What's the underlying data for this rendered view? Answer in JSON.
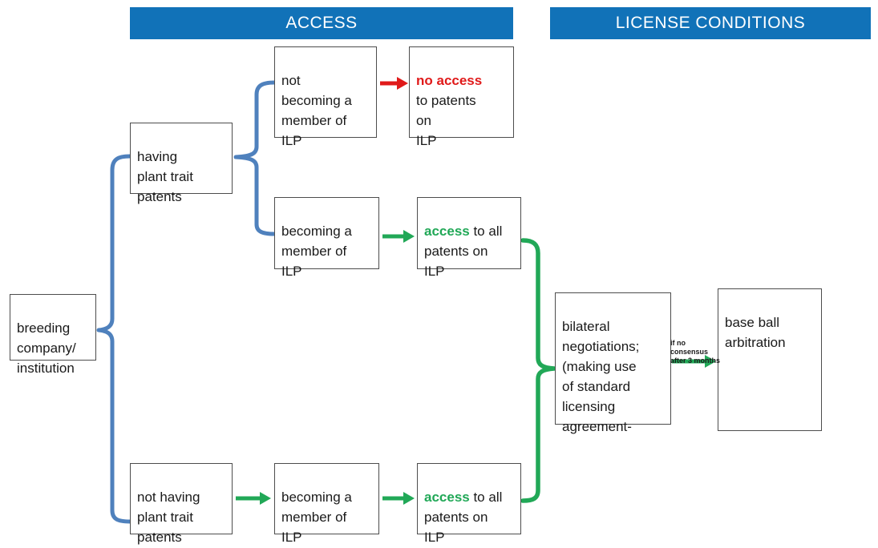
{
  "headers": {
    "access": "ACCESS",
    "license_conditions": "LICENSE CONDITIONS"
  },
  "colors": {
    "header_bg": "#1172b8",
    "header_text": "#ffffff",
    "blue_connector": "#4f81bd",
    "green": "#21a857",
    "red": "#e01a1a",
    "box_border": "#4d4d4d"
  },
  "boxes": {
    "breeding_company": {
      "text": "breeding\ncompany/\ninstitution"
    },
    "having_patents": {
      "text": "having\nplant trait\npatents"
    },
    "not_becoming_member": {
      "text": "not\nbecoming a\nmember of\nILP"
    },
    "no_access": {
      "highlight": "no access",
      "rest": "\nto patents\non\nILP"
    },
    "becoming_member_mid": {
      "text": "becoming a\nmember of\nILP"
    },
    "access_all_mid": {
      "highlight": "access",
      "rest": " to all\npatents on\nILP"
    },
    "not_having_patents": {
      "text": "not having\nplant trait\npatents"
    },
    "becoming_member_bottom": {
      "text": "becoming a\nmember of\nILP"
    },
    "access_all_bottom": {
      "highlight": "access",
      "rest": " to all\npatents on\nILP"
    },
    "bilateral_negotiations": {
      "text": "bilateral\nnegotiations;\n(making use\nof standard\nlicensing\nagreement-"
    },
    "baseball_arbitration": {
      "text": "base ball\narbitration"
    }
  },
  "arrow_label": {
    "text": "if no consensus\nafter 3 months"
  }
}
